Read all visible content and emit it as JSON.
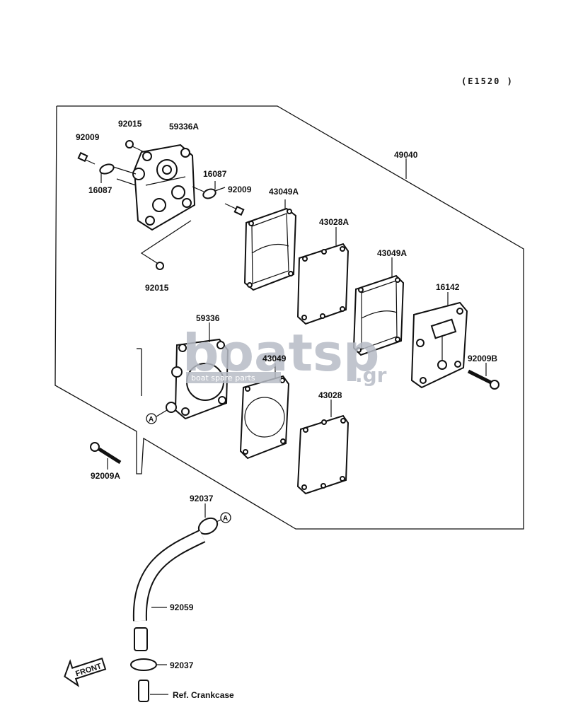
{
  "diagram_code": "(E1520 )",
  "labels": {
    "p92015_top": "92015",
    "p59336A": "59336A",
    "p92009_left": "92009",
    "p16087_left": "16087",
    "p16087_right": "16087",
    "p92009_right": "92009",
    "p92015_bottom": "92015",
    "p49040": "49040",
    "p43049A_1": "43049A",
    "p43028A": "43028A",
    "p43049A_2": "43049A",
    "p16142": "16142",
    "p59336": "59336",
    "p43049": "43049",
    "p92009B": "92009B",
    "p43028": "43028",
    "p92009A": "92009A",
    "p92037_top": "92037",
    "p92059": "92059",
    "p92037_bottom": "92037",
    "ref_crankcase": "Ref. Crankcase"
  },
  "markers": {
    "connector": "A"
  },
  "front_arrow": "FRONT",
  "watermark": {
    "logo": "boatsp",
    "suffix": ".gr",
    "tagline": "boat spare parts"
  }
}
